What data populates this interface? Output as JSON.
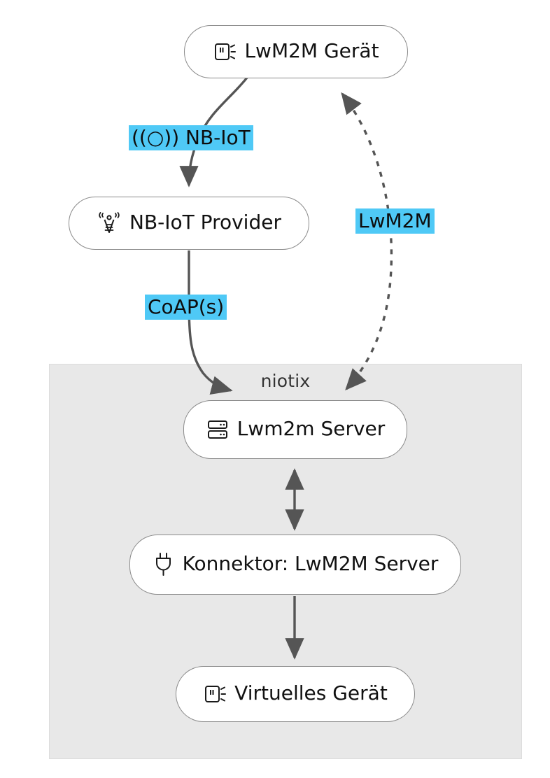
{
  "diagram": {
    "title": "LwM2M / NB-IoT niotix integration flow",
    "type": "flowchart",
    "direction": "top-down",
    "colors": {
      "node_fill": "#ffffff",
      "node_border": "#8a8a8a",
      "text": "#111111",
      "edge": "#555555",
      "edge_label_highlight": "#4fc9f6",
      "subgraph_fill": "#e8e8e8",
      "subgraph_border": "#dcdcdc",
      "background": "#ffffff"
    },
    "subgraphs": [
      {
        "id": "niotix",
        "label": "niotix"
      }
    ],
    "nodes": [
      {
        "id": "lwm2m_geraet",
        "label": "LwM2M Gerät",
        "icon": "device-signal-icon",
        "shape": "stadium",
        "in_subgraph": null
      },
      {
        "id": "nbiot_provider",
        "label": "NB-IoT Provider",
        "icon": "cell-tower-icon",
        "shape": "stadium",
        "in_subgraph": null
      },
      {
        "id": "lwm2m_server",
        "label": "Lwm2m Server",
        "icon": "server-icon",
        "shape": "stadium",
        "in_subgraph": "niotix"
      },
      {
        "id": "konnektor",
        "label": "Konnektor: LwM2M Server",
        "icon": "plug-icon",
        "shape": "stadium",
        "in_subgraph": "niotix"
      },
      {
        "id": "virtuelles_geraet",
        "label": "Virtuelles Gerät",
        "icon": "device-signal-icon",
        "shape": "stadium",
        "in_subgraph": "niotix"
      }
    ],
    "edges": [
      {
        "id": "e1",
        "from": "lwm2m_geraet",
        "to": "nbiot_provider",
        "label": "((○)) NB-IoT",
        "label_icon": "antenna-signal-icon",
        "style": "solid",
        "arrow": "single"
      },
      {
        "id": "e2",
        "from": "nbiot_provider",
        "to": "lwm2m_server",
        "label": "CoAP(s)",
        "label_icon": null,
        "style": "solid",
        "arrow": "single"
      },
      {
        "id": "e3",
        "from": "lwm2m_server",
        "to": "lwm2m_geraet",
        "label": "LwM2M",
        "label_icon": null,
        "style": "dotted",
        "arrow": "double"
      },
      {
        "id": "e4",
        "from": "lwm2m_server",
        "to": "konnektor",
        "label": "",
        "label_icon": null,
        "style": "solid",
        "arrow": "double"
      },
      {
        "id": "e5",
        "from": "konnektor",
        "to": "virtuelles_geraet",
        "label": "",
        "label_icon": null,
        "style": "solid",
        "arrow": "single"
      }
    ],
    "edge_labels": {
      "nbiot": "((○)) NB-IoT",
      "coaps": "CoAP(s)",
      "lwm2m": "LwM2M"
    }
  }
}
